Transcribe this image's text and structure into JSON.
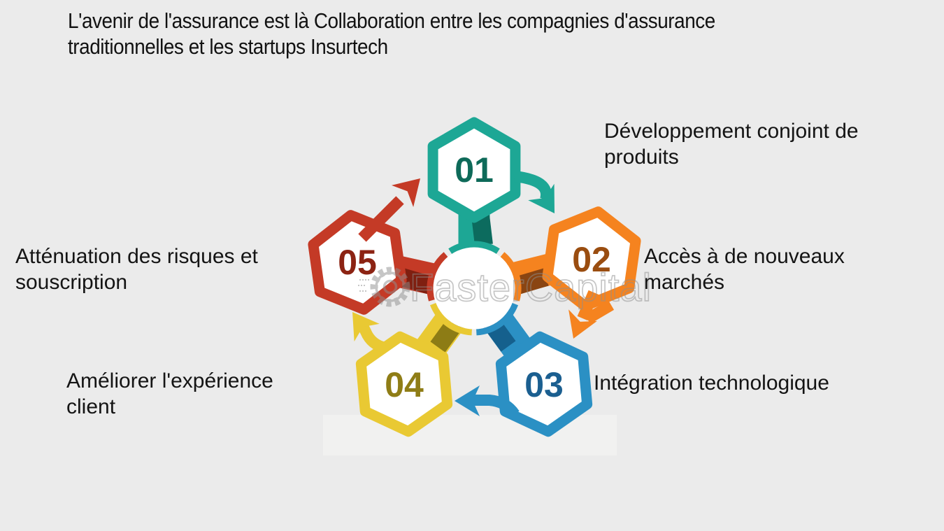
{
  "title": {
    "line1": "L'avenir de l'assurance est là Collaboration entre les compagnies d'assurance",
    "line2": "traditionnelles et les startups Insurtech"
  },
  "watermark": {
    "text": "FasterCapital"
  },
  "background_color": "#ebebeb",
  "text_color": "#141414",
  "diagram": {
    "type": "cycle-infographic",
    "center_shape": "white-circle",
    "items": [
      {
        "id": "01",
        "number": "01",
        "label": "Développement conjoint de produits",
        "color": "#1da795",
        "dark": "#0c6b5e",
        "number_color": "#0e6a59",
        "position": "top"
      },
      {
        "id": "02",
        "number": "02",
        "label": "Accès à de nouveaux marchés",
        "color": "#f5831f",
        "dark": "#8a4512",
        "number_color": "#9a4d10",
        "position": "right"
      },
      {
        "id": "03",
        "number": "03",
        "label": "Intégration technologique",
        "color": "#2b90c4",
        "dark": "#15608d",
        "number_color": "#1b5f90",
        "position": "bottom-right"
      },
      {
        "id": "04",
        "number": "04",
        "label": "Améliorer l'expérience client",
        "color": "#e9c933",
        "dark": "#8d7c15",
        "number_color": "#8f7d16",
        "position": "bottom-left"
      },
      {
        "id": "05",
        "number": "05",
        "label": "Atténuation des risques et souscription",
        "color": "#c43a26",
        "dark": "#7f1f10",
        "number_color": "#8c2313",
        "position": "left"
      }
    ]
  }
}
